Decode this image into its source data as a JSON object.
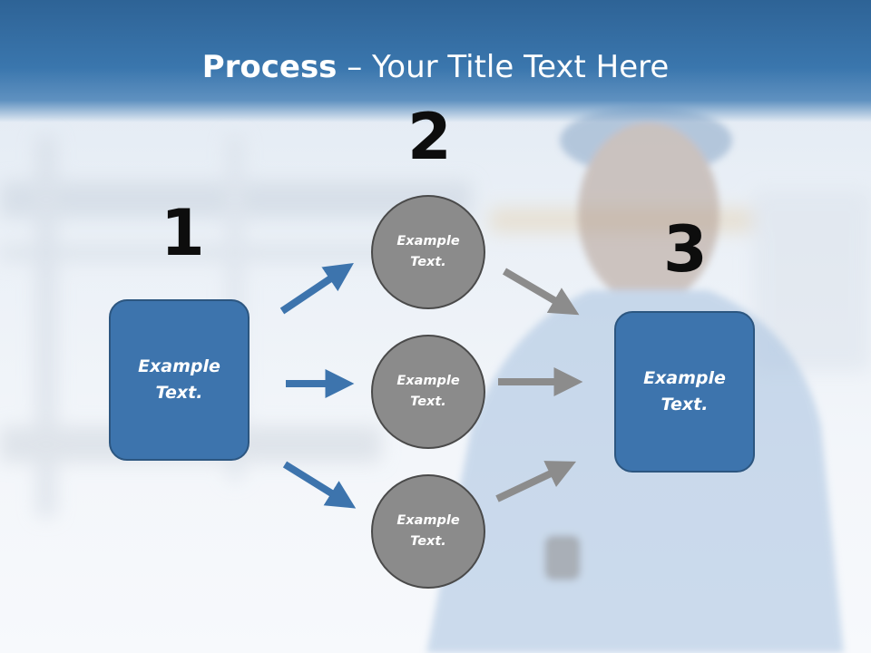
{
  "title": {
    "bold": "Process",
    "rest": " – Your Title Text Here"
  },
  "steps": [
    {
      "number": "1"
    },
    {
      "number": "2"
    },
    {
      "number": "3"
    }
  ],
  "source_box": {
    "label": "Example\nText."
  },
  "circles": [
    {
      "label": "Example\nText."
    },
    {
      "label": "Example\nText."
    },
    {
      "label": "Example\nText."
    }
  ],
  "target_box": {
    "label": "Example\nText."
  },
  "colors": {
    "header_blue": "#3a76ad",
    "box_blue": "#3d74ad",
    "circle_gray": "#8b8b8b",
    "arrow_blue": "#3d74ad",
    "arrow_gray": "#8c8c8c"
  }
}
